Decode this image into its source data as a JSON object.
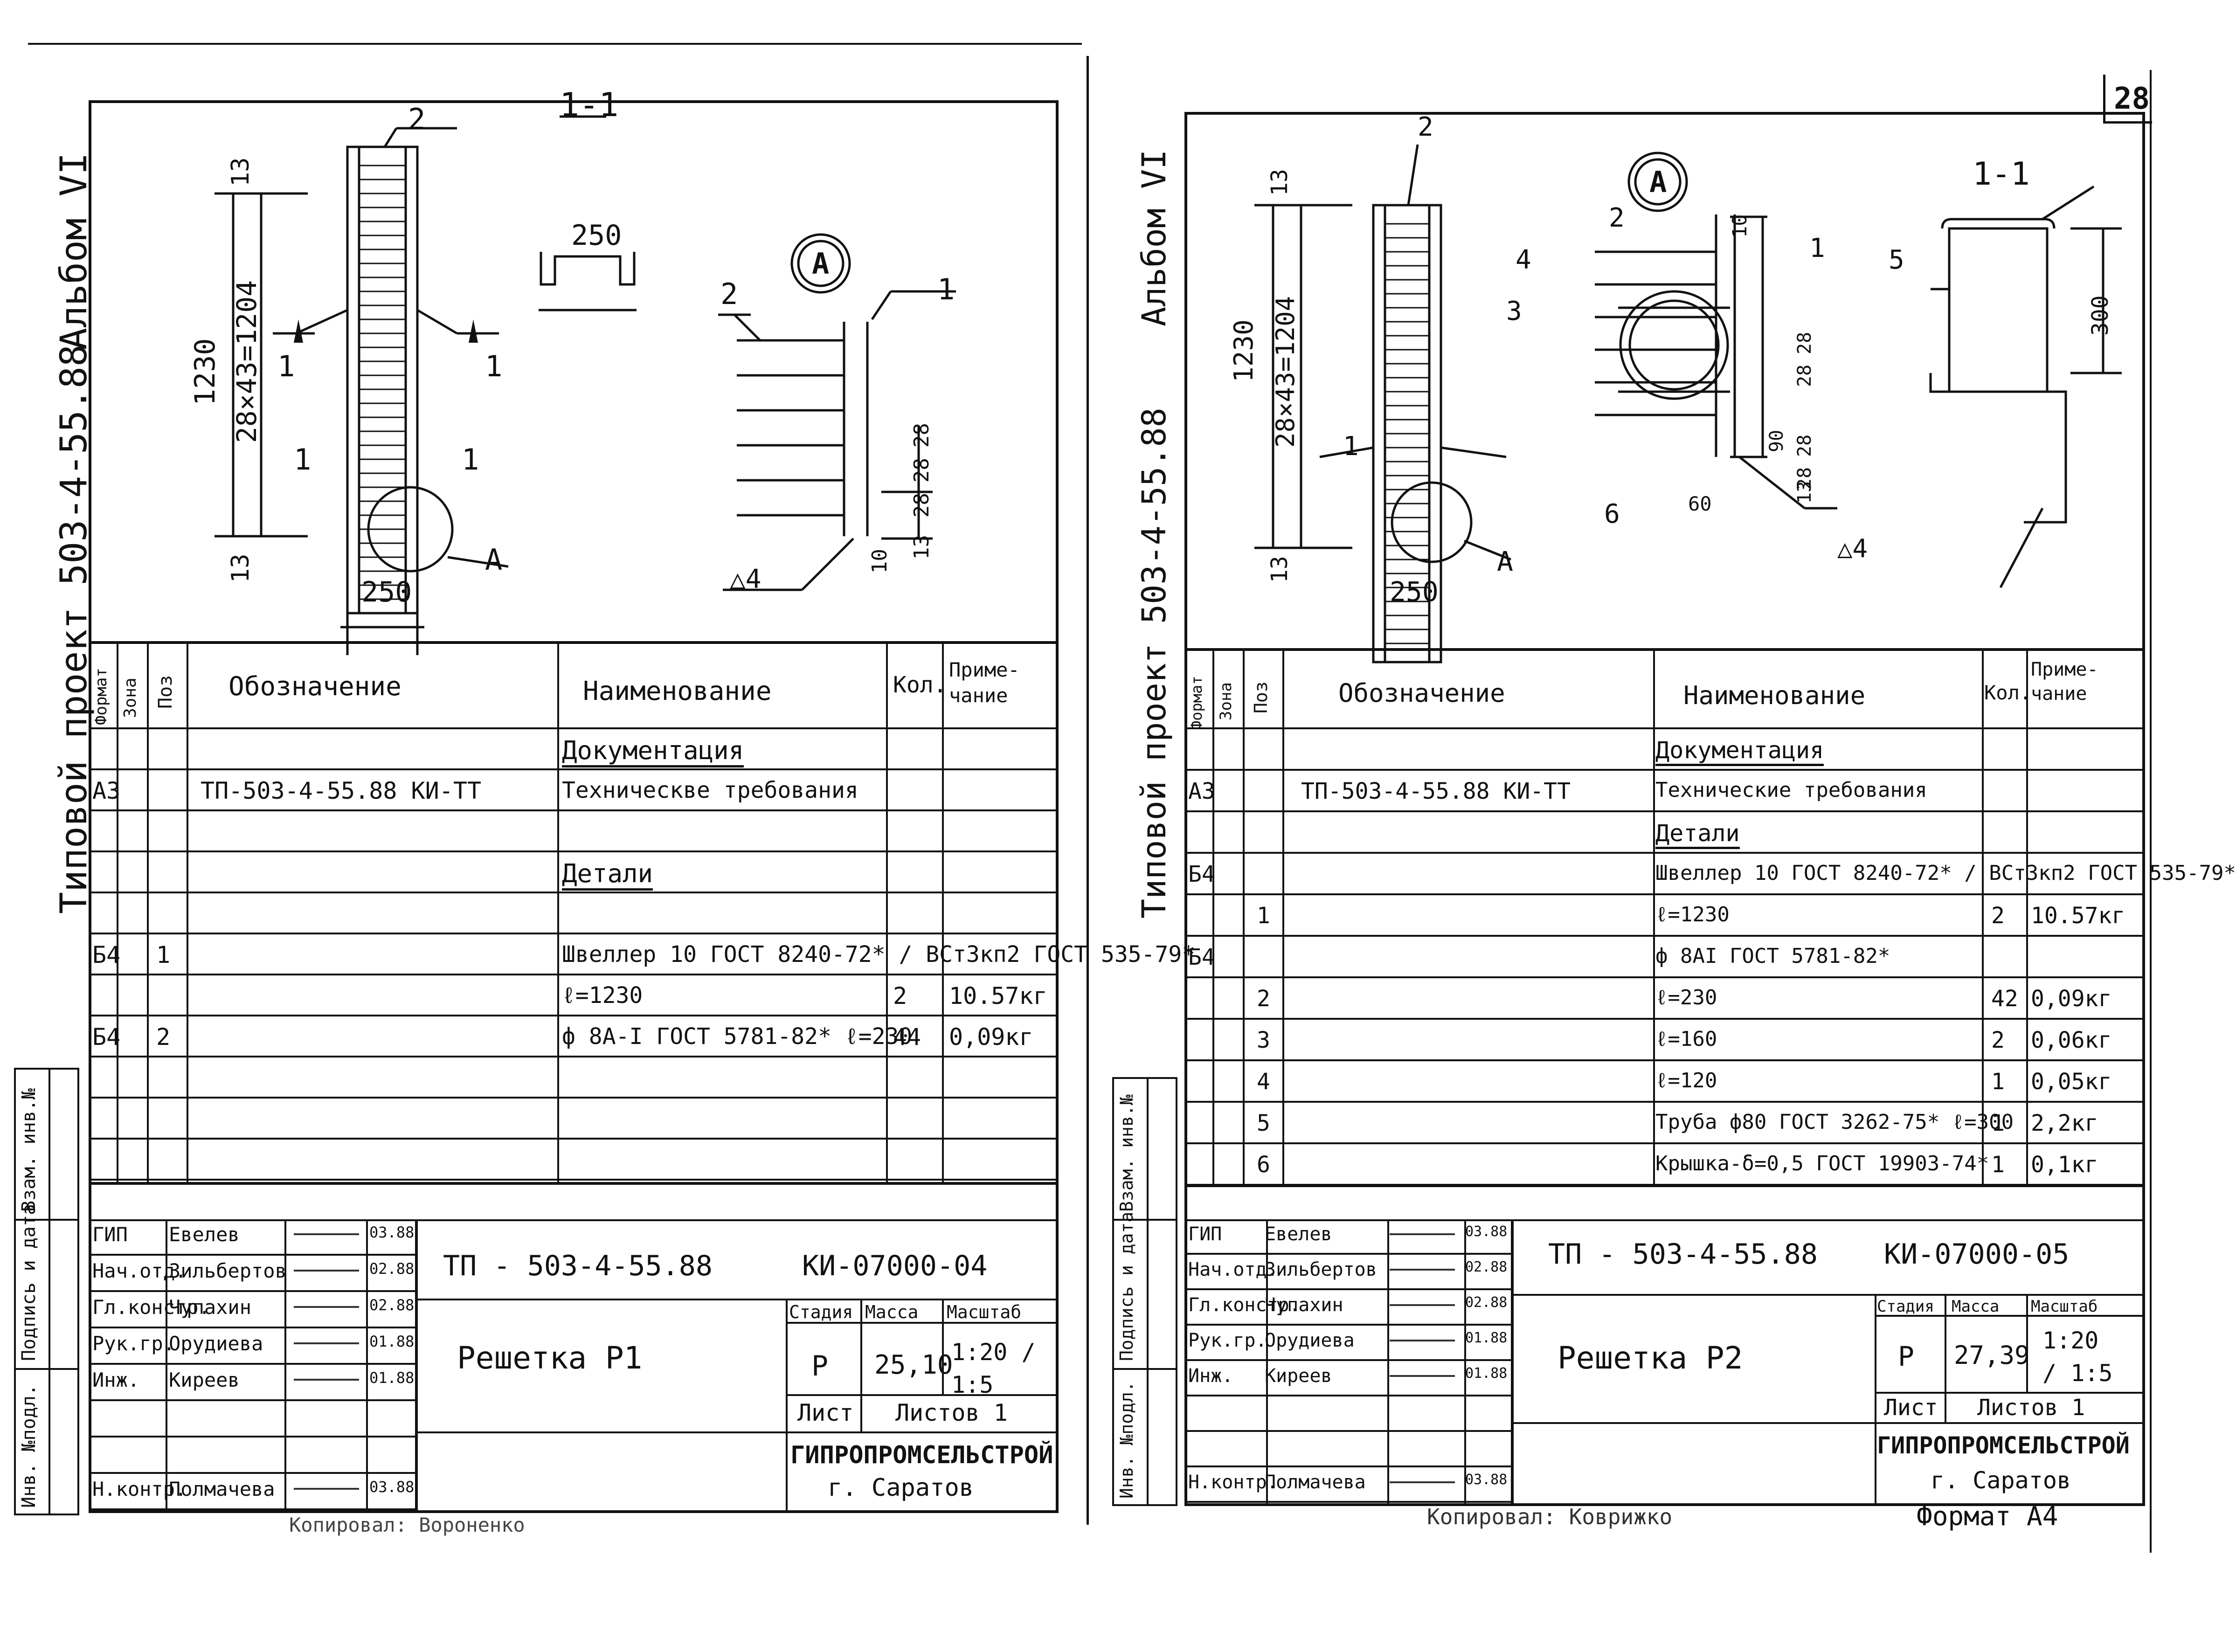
{
  "page_number": "28",
  "album": "Альбом VI",
  "project": "Типовой проект 503-4-55.88",
  "side_stamps": [
    "Инв. №подл.",
    "Подпись и дата",
    "Взам. инв.№"
  ],
  "footer_center_left": "Копировал: Вороненко",
  "footer_center_right": "Копировал: Коврижко",
  "footer_format": "Формат А4",
  "headers": {
    "format": "Формат",
    "zone": "Зона",
    "pos": "Поз",
    "designation": "Обозначение",
    "name": "Наименование",
    "qty": "Кол.",
    "note": "Приме-чание"
  },
  "sheet1": {
    "drawing": {
      "section_label": "1-1",
      "width_dim": "250",
      "bottom_dim": "250",
      "height_dim": "1230",
      "pitch_dim": "28×43=1204",
      "end_dim_top": "13",
      "end_dim_bottom": "13",
      "node": "А",
      "pos1": "1",
      "pos2": "2",
      "cut1": "1",
      "node_pitch": [
        "28",
        "28",
        "28",
        "28"
      ],
      "node_end": "13",
      "node_gap": "10",
      "weld": "△4"
    },
    "rows": [
      {
        "format": "",
        "pos": "",
        "designation": "",
        "name": "Документация",
        "section": true,
        "qty": "",
        "note": ""
      },
      {
        "format": "А3",
        "pos": "",
        "designation": "ТП-503-4-55.88 КИ-ТТ",
        "name": "Техническве требования",
        "section": false,
        "qty": "",
        "note": ""
      },
      {
        "format": "",
        "pos": "",
        "designation": "",
        "name": "",
        "section": false,
        "qty": "",
        "note": ""
      },
      {
        "format": "",
        "pos": "",
        "designation": "",
        "name": "Детали",
        "section": true,
        "qty": "",
        "note": ""
      },
      {
        "format": "",
        "pos": "",
        "designation": "",
        "name": "",
        "section": false,
        "qty": "",
        "note": ""
      },
      {
        "format": "Б4",
        "pos": "1",
        "designation": "",
        "name": "Швеллер 10 ГОСТ 8240-72* / ВСт3кп2 ГОСТ 535-79*",
        "section": false,
        "qty": "",
        "note": ""
      },
      {
        "format": "",
        "pos": "",
        "designation": "",
        "name": "ℓ=1230",
        "section": false,
        "qty": "2",
        "note": "10.57кг"
      },
      {
        "format": "Б4",
        "pos": "2",
        "designation": "",
        "name": "ф 8А-I ГОСТ 5781-82* ℓ=230",
        "section": false,
        "qty": "44",
        "note": "0,09кг"
      },
      {
        "format": "",
        "pos": "",
        "designation": "",
        "name": "",
        "section": false,
        "qty": "",
        "note": ""
      },
      {
        "format": "",
        "pos": "",
        "designation": "",
        "name": "",
        "section": false,
        "qty": "",
        "note": ""
      },
      {
        "format": "",
        "pos": "",
        "designation": "",
        "name": "",
        "section": false,
        "qty": "",
        "note": ""
      }
    ],
    "title_block": {
      "doc_code": "ТП - 503-4-55.88",
      "sheet_code": "КИ-07000-04",
      "title": "Решетка Р1",
      "stage_label": "Стадия",
      "mass_label": "Масса",
      "scale_label": "Масштаб",
      "stage": "Р",
      "mass": "25,10",
      "scale": "1:20 / 1:5",
      "sheet_label": "Лист",
      "sheets_label": "Листов 1",
      "org": "ГИПРОПРОМСЕЛЬСТРОЙ",
      "city": "г. Саратов",
      "staff": [
        {
          "role": "ГИП",
          "name": "Евелев",
          "date": "03.88"
        },
        {
          "role": "Нач.отд.",
          "name": "Зильбертов",
          "date": "02.88"
        },
        {
          "role": "Гл.констр.",
          "name": "Чупахин",
          "date": "02.88"
        },
        {
          "role": "Рук.гр.",
          "name": "Орудиева",
          "date": "01.88"
        },
        {
          "role": "Инж.",
          "name": "Киреев",
          "date": "01.88"
        },
        {
          "role": "",
          "name": "",
          "date": ""
        },
        {
          "role": "",
          "name": "",
          "date": ""
        },
        {
          "role": "Н.контр.",
          "name": "Полмачева",
          "date": "03.88"
        }
      ]
    }
  },
  "sheet2": {
    "drawing": {
      "section_label": "1-1",
      "width_dim": "250",
      "height_dim": "1230",
      "pitch_dim": "28×43=1204",
      "end_dim_top": "13",
      "end_dim_bottom": "13",
      "node": "А",
      "section_h": "300",
      "node_gap": "10",
      "node_pitch": [
        "28",
        "28",
        "28",
        "28"
      ],
      "node_90": "90",
      "node_60": "60",
      "node_end": "13",
      "weld": "△4",
      "pos": [
        "1",
        "2",
        "3",
        "4",
        "5",
        "6"
      ]
    },
    "rows": [
      {
        "format": "",
        "pos": "",
        "designation": "",
        "name": "Документация",
        "section": true,
        "qty": "",
        "note": ""
      },
      {
        "format": "А3",
        "pos": "",
        "designation": "ТП-503-4-55.88 КИ-ТТ",
        "name": "Технические требования",
        "section": false,
        "qty": "",
        "note": ""
      },
      {
        "format": "",
        "pos": "",
        "designation": "",
        "name": "Детали",
        "section": true,
        "qty": "",
        "note": ""
      },
      {
        "format": "Б4",
        "pos": "",
        "designation": "",
        "name": "Швеллер 10 ГОСТ 8240-72* / ВСт3кп2 ГОСТ 535-79*",
        "section": false,
        "qty": "",
        "note": ""
      },
      {
        "format": "",
        "pos": "1",
        "designation": "",
        "name": "ℓ=1230",
        "section": false,
        "qty": "2",
        "note": "10.57кг"
      },
      {
        "format": "Б4",
        "pos": "",
        "designation": "",
        "name": "ф 8АI ГОСТ 5781-82*",
        "section": false,
        "qty": "",
        "note": ""
      },
      {
        "format": "",
        "pos": "2",
        "designation": "",
        "name": "ℓ=230",
        "section": false,
        "qty": "42",
        "note": "0,09кг"
      },
      {
        "format": "",
        "pos": "3",
        "designation": "",
        "name": "ℓ=160",
        "section": false,
        "qty": "2",
        "note": "0,06кг"
      },
      {
        "format": "",
        "pos": "4",
        "designation": "",
        "name": "ℓ=120",
        "section": false,
        "qty": "1",
        "note": "0,05кг"
      },
      {
        "format": "",
        "pos": "5",
        "designation": "",
        "name": "Труба ф80 ГОСТ 3262-75* ℓ=300",
        "section": false,
        "qty": "1",
        "note": "2,2кг"
      },
      {
        "format": "",
        "pos": "6",
        "designation": "",
        "name": "Крышка-δ=0,5 ГОСТ 19903-74*",
        "section": false,
        "qty": "1",
        "note": "0,1кг"
      }
    ],
    "title_block": {
      "doc_code": "ТП - 503-4-55.88",
      "sheet_code": "КИ-07000-05",
      "title": "Решетка Р2",
      "stage_label": "Стадия",
      "mass_label": "Масса",
      "scale_label": "Масштаб",
      "stage": "Р",
      "mass": "27,39",
      "scale": "1:20 / 1:5",
      "sheet_label": "Лист",
      "sheets_label": "Листов 1",
      "org": "ГИПРОПРОМСЕЛЬСТРОЙ",
      "city": "г. Саратов",
      "staff": [
        {
          "role": "ГИП",
          "name": "Евелев",
          "date": "03.88"
        },
        {
          "role": "Нач.отд.",
          "name": "Зильбертов",
          "date": "02.88"
        },
        {
          "role": "Гл.констр.",
          "name": "Чупахин",
          "date": "02.88"
        },
        {
          "role": "Рук.гр.",
          "name": "Орудиева",
          "date": "01.88"
        },
        {
          "role": "Инж.",
          "name": "Киреев",
          "date": "01.88"
        },
        {
          "role": "",
          "name": "",
          "date": ""
        },
        {
          "role": "",
          "name": "",
          "date": ""
        },
        {
          "role": "Н.контр.",
          "name": "Полмачева",
          "date": "03.88"
        }
      ]
    }
  }
}
